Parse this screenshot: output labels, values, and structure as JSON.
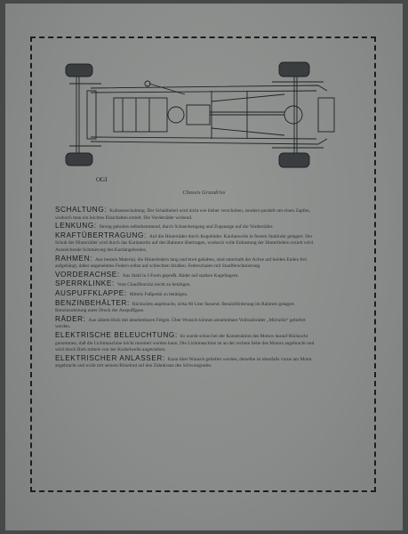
{
  "caption": "Chassis Grundriss",
  "entries": [
    {
      "head": "SCHALTUNG:",
      "text": "Kulissenschaltung. Der Schalthebel wird nicht wie bisher verschoben, sondern pendelt um einen Zapfen, wodurch man ein leichtes Einschalten erzielt. Die Vorderräder wirkend."
    },
    {
      "head": "LENKUNG:",
      "text": "Streng geholtes selbsthemmend, durch Schneckengang und Zugstange auf die Vorderräder."
    },
    {
      "head": "KRAFTÜBERTRAGUNG:",
      "text": "Auf die Hinterräder durch Kegelräder. Kardanwelle in festem Stahlrohr gelagert. Der Schub der Hinterräder wird durch das Kardanrohr auf den Rahmen übertragen, wodurch volle Entlastung der Hinterfedern erzielt wird. Ausreichende Schmierung des Kardangelenkes."
    },
    {
      "head": "RAHMEN:",
      "text": "Aus bestem Material, die Hinterfedern lang und breit gehalten, sind unterhalb der Achse auf beiden Enden frei aufgehängt, daher angenehmes Federn selbst auf schlechten Straßen. Federschalen mit Staufferschmierung."
    },
    {
      "head": "VORDERACHSE:",
      "text": "Aus Stahl in I-Form gepreßt. Räder auf starken Kugellagern."
    },
    {
      "head": "SPERRKLINKE:",
      "text": "Vom Chauffeursitz leicht zu betätigen."
    },
    {
      "head": "AUSPUFFKLAPPE:",
      "text": "Mittels Fußpedal zu betätigen."
    },
    {
      "head": "BENZINBEHÄLTER:",
      "text": "Rückwärts angebracht, zirka 60 Liter fassend. Benzinförderung im Rahmen gelagert. Benzinzuleitung unter Druck der Auspuffgase."
    },
    {
      "head": "RÄDER:",
      "text": "Aus zähem Holz mit abnehmbaren Felgen. Über Wunsch können abnehmbare Vollstahlräder „Michelin“ geliefert werden."
    },
    {
      "head": "ELEKTRISCHE BELEUCHTUNG:",
      "text": "Es wurde schon bei der Konstruktion des Motors darauf Rücksicht genommen, daß die Lichtmaschine leicht montiert werden kann. Die Lichtmaschine ist an der rechten Seite des Motors angebracht und wird durch Rieb mittels von der Kurbelwelle angetrieben."
    },
    {
      "head": "ELEKTRISCHER ANLASSER:",
      "text": "Kann über Wunsch geliefert werden, derselbe ist ebenfalls vorne am Motor angebracht und wirkt mit seinem Ritzelrad auf den Zahnkranz des Schwungrades."
    }
  ],
  "colors": {
    "paper": "#8a8d8b",
    "ink": "#1d2022",
    "background": "#46494a"
  }
}
